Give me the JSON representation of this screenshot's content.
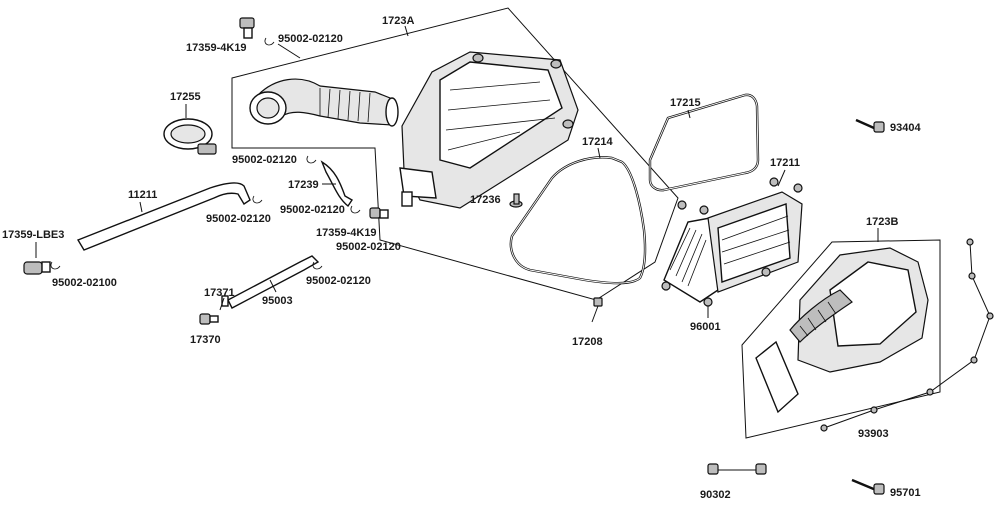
{
  "labels": {
    "p17359_4k19_top": "17359-4K19",
    "p95002_02120_top": "95002-02120",
    "p1723a": "1723A",
    "p17255": "17255",
    "p95002_02120_a": "95002-02120",
    "p17239": "17239",
    "p11211": "11211",
    "p95002_02120_b": "95002-02120",
    "p95002_02120_c": "95002-02120",
    "p17359_4k19_mid": "17359-4K19",
    "p95002_02120_d": "95002-02120",
    "p17359_lbe3": "17359-LBE3",
    "p95002_02100": "95002-02100",
    "p95002_02120_e": "95002-02120",
    "p17371": "17371",
    "p95003": "95003",
    "p17370": "17370",
    "p17236": "17236",
    "p17214": "17214",
    "p17215": "17215",
    "p17211": "17211",
    "p93404": "93404",
    "p1723b": "1723B",
    "p96001": "96001",
    "p17208": "17208",
    "p93903": "93903",
    "p90302": "90302",
    "p95701": "95701"
  }
}
